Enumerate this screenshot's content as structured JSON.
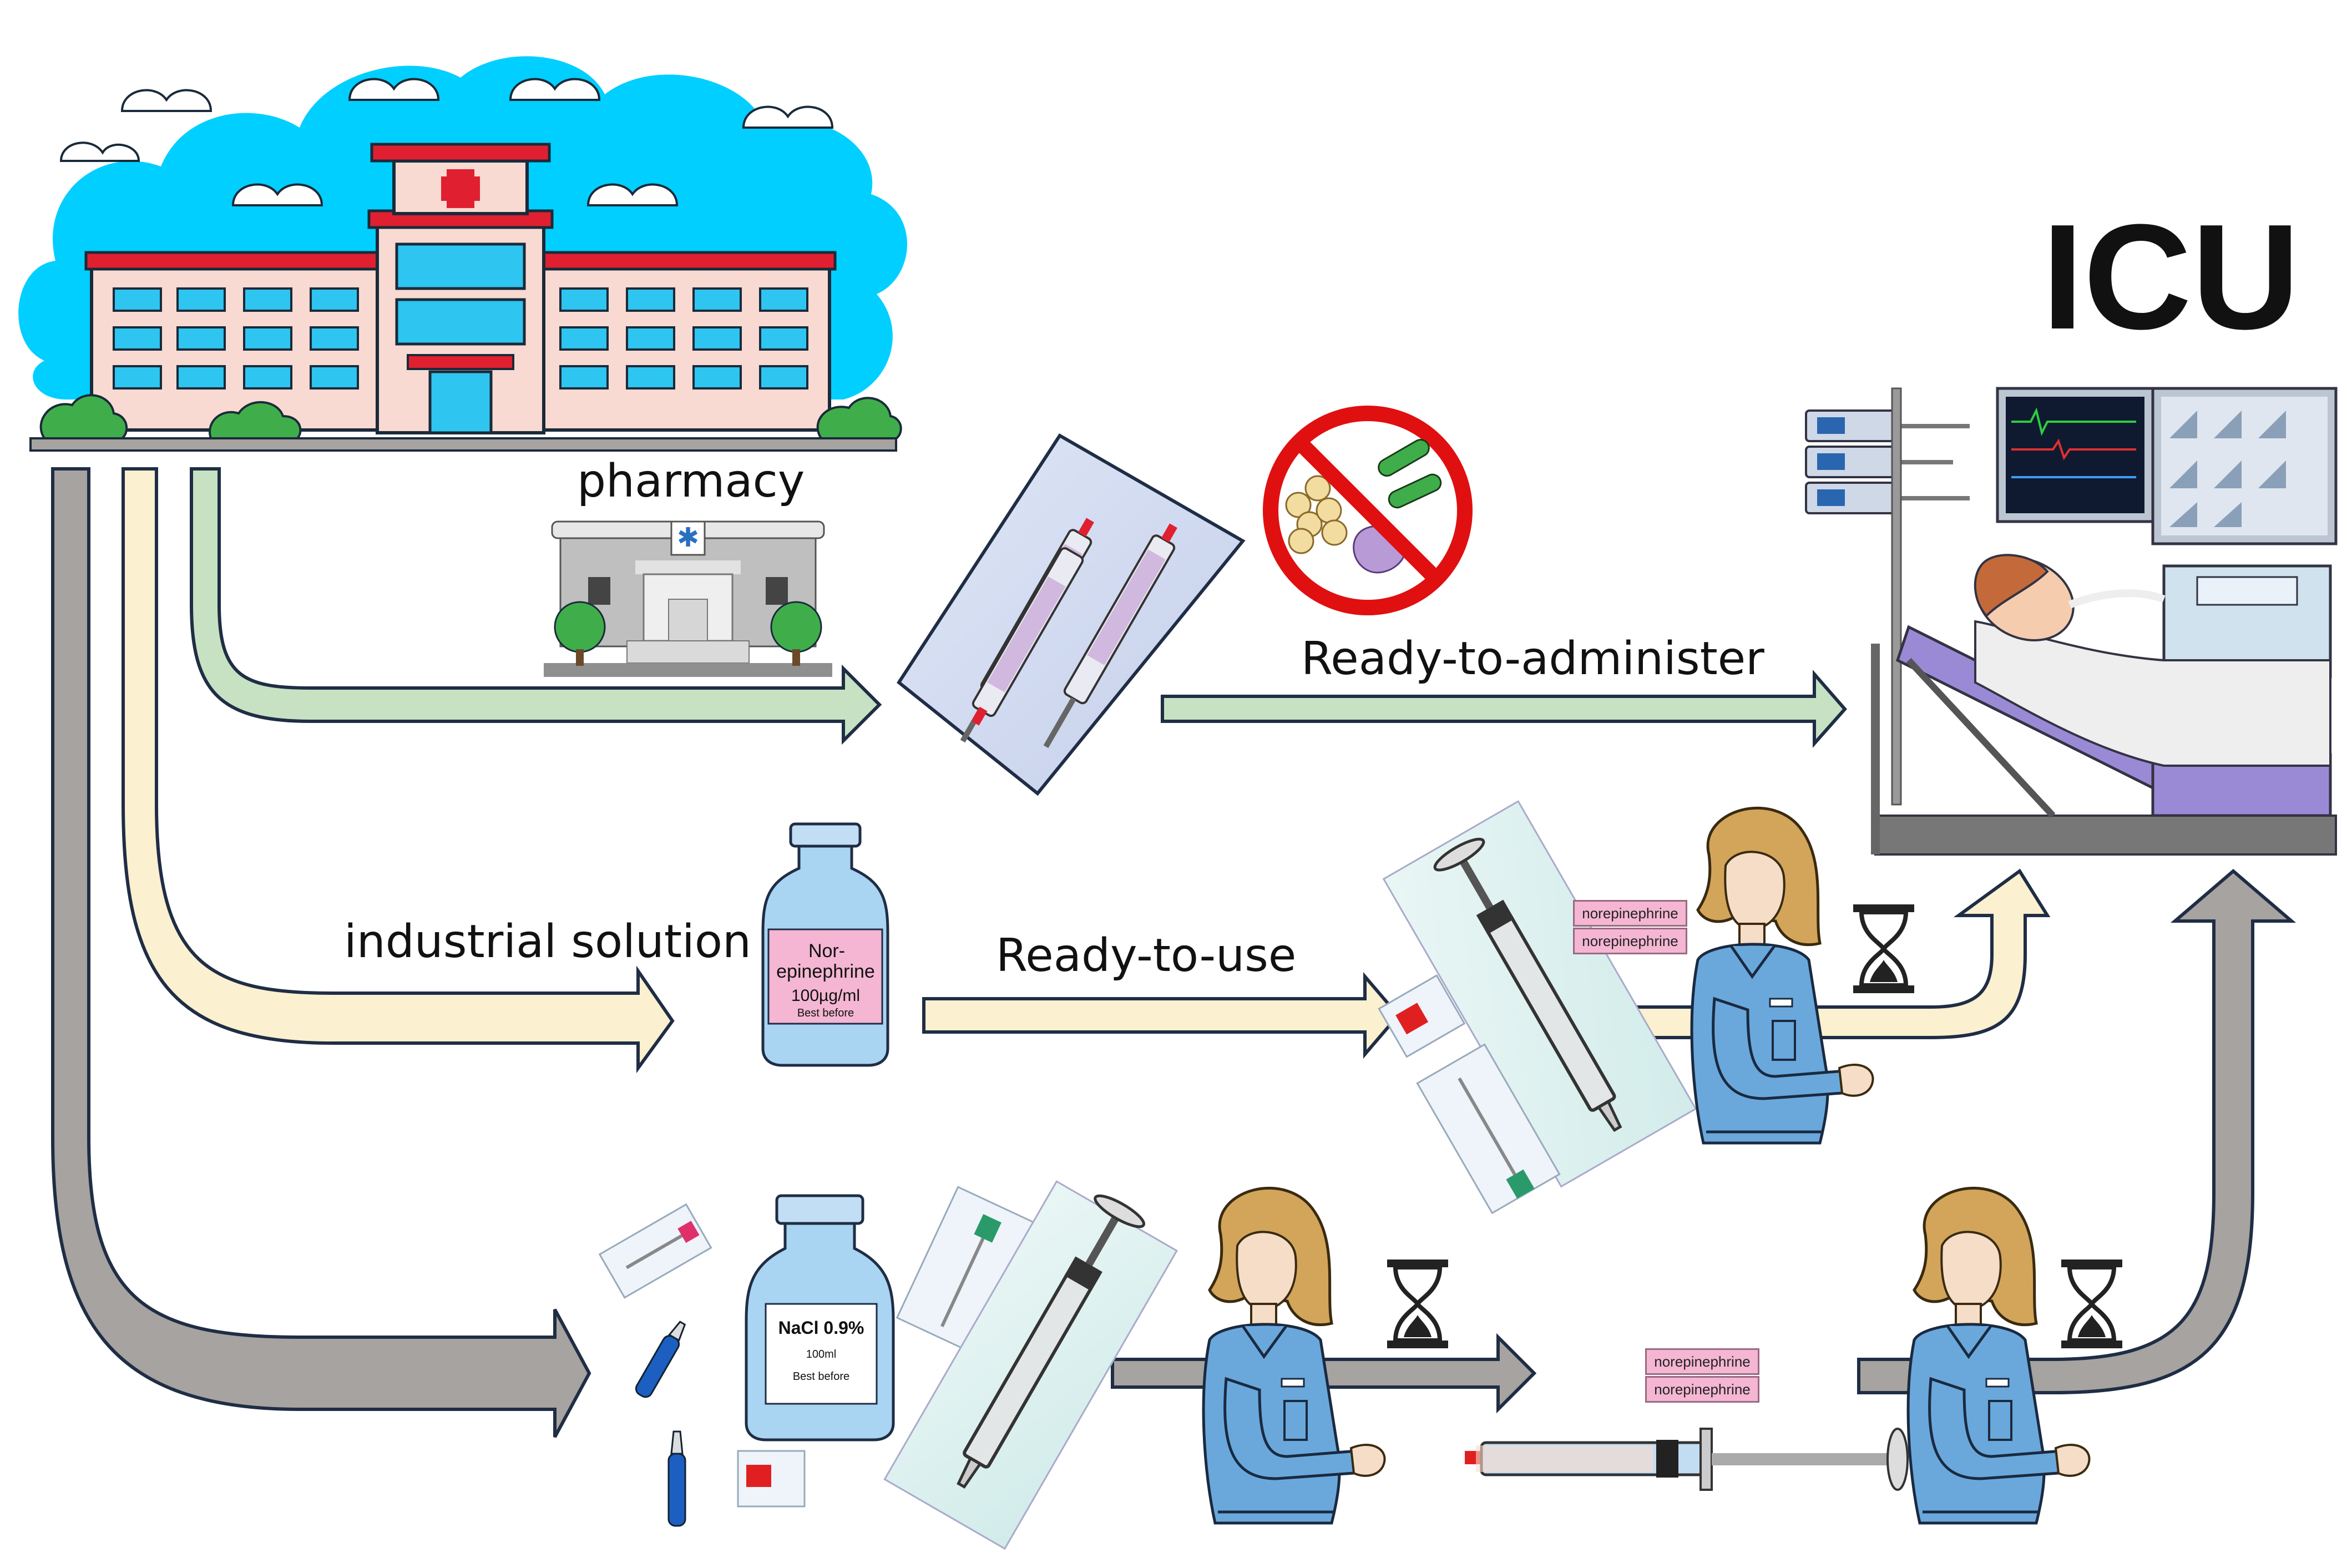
{
  "icu_label": "ICU",
  "labels": {
    "pharmacy": "pharmacy",
    "ready_to_administer": "Ready-to-administer",
    "industrial_solution": "industrial solution",
    "ready_to_use": "Ready-to-use"
  },
  "bottle_norepinephrine": {
    "line1": "Nor-",
    "line2": "epinephrine",
    "line3": "100µg/ml",
    "line4": "Best before"
  },
  "bottle_nacl": {
    "line1": "NaCl 0.9%",
    "line2": "100ml",
    "line3": "Best before"
  },
  "syringe_labels": {
    "mid_1": "norepinephrine",
    "mid_2": "norepinephrine",
    "low_1": "norepinephrine",
    "low_2": "norepinephrine"
  },
  "colors": {
    "green_arrow": "#c6e2c2",
    "yellow_arrow": "#fbf0cf",
    "gray_arrow": "#a6a3a0",
    "arrow_outline": "#1f2d45",
    "sky": "#00cfff",
    "nurse_uniform": "#6aa8dc",
    "label_pink": "#f4b6d2"
  }
}
